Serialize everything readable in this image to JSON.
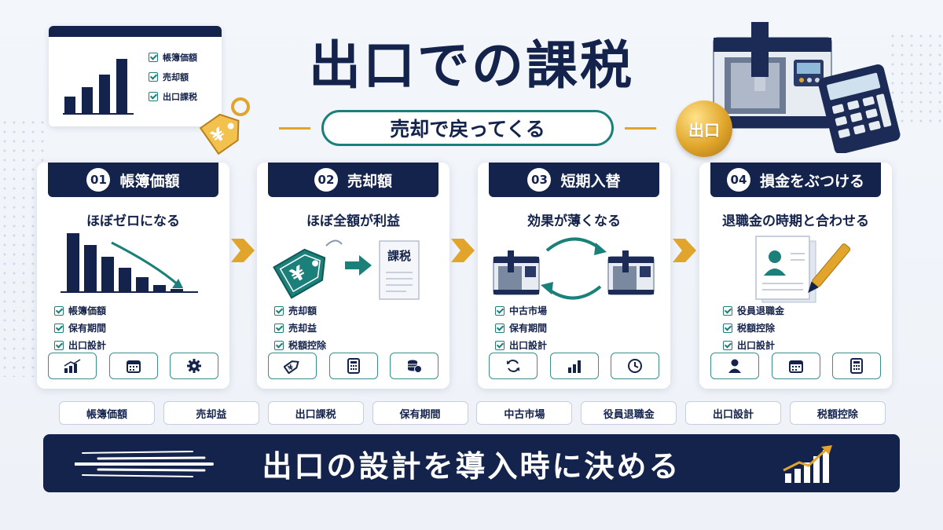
{
  "header": {
    "title": "出口での課税",
    "subtitle": "売却で戻ってくる",
    "coin_label": "出口",
    "checklist": [
      "帳簿価額",
      "売却額",
      "出口課税"
    ]
  },
  "steps": [
    {
      "number": "01",
      "title": "帳簿価額",
      "caption": "ほぼゼロになる",
      "checks": [
        "帳簿価額",
        "保有期間",
        "出口設計"
      ],
      "icons": [
        "bar-chart-icon",
        "calendar-icon",
        "gear-icon"
      ]
    },
    {
      "number": "02",
      "title": "売却額",
      "caption": "ほぼ全額が利益",
      "doc_label": "課税",
      "checks": [
        "売却額",
        "売却益",
        "税額控除"
      ],
      "icons": [
        "price-tag-icon",
        "calculator-icon",
        "coins-icon"
      ]
    },
    {
      "number": "03",
      "title": "短期入替",
      "caption": "効果が薄くなる",
      "checks": [
        "中古市場",
        "保有期間",
        "出口設計"
      ],
      "icons": [
        "refresh-icon",
        "bar-chart-icon",
        "clock-icon"
      ]
    },
    {
      "number": "04",
      "title": "損金をぶつける",
      "caption": "退職金の時期と合わせる",
      "checks": [
        "役員退職金",
        "税額控除",
        "出口設計"
      ],
      "icons": [
        "person-icon",
        "calendar-icon",
        "calculator-icon"
      ]
    }
  ],
  "tags": [
    "帳簿価額",
    "売却益",
    "出口課税",
    "保有期間",
    "中古市場",
    "役員退職金",
    "出口設計",
    "税額控除"
  ],
  "banner": {
    "text": "出口の設計を導入時に決める"
  },
  "colors": {
    "navy": "#14234b",
    "teal": "#1b7f7a",
    "gold": "#e0a52a",
    "background": "#f3f6fb"
  }
}
